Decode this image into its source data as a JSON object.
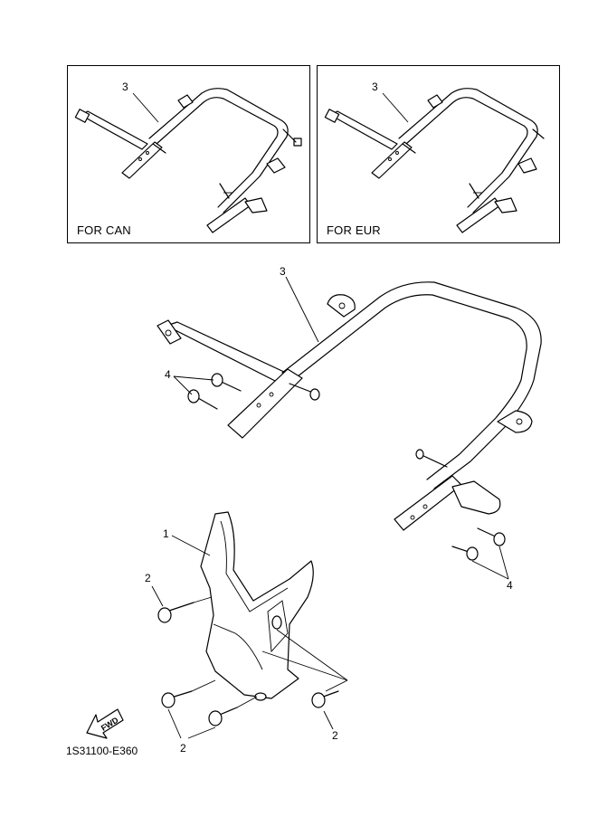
{
  "insets": [
    {
      "label": "FOR CAN",
      "callout": "3"
    },
    {
      "label": "FOR EUR",
      "callout": "3"
    }
  ],
  "callouts": {
    "guard_main": "3",
    "bolts_upper_left": "4",
    "bolts_right": "4",
    "cover": "1",
    "bolt_cover_left": "2",
    "bolt_cover_right": "2",
    "bolts_cover_bottom": "2"
  },
  "fwd_label": "FWD",
  "part_code": "1S31100-E360"
}
